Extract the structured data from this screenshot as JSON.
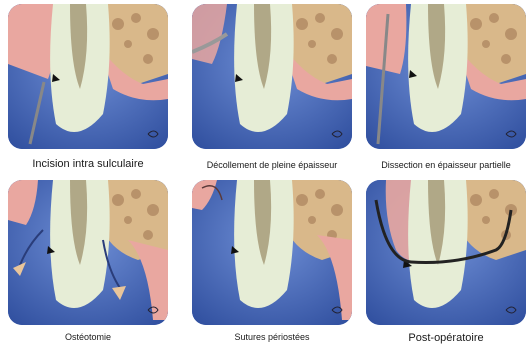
{
  "panels": [
    {
      "caption": "Incision intra sulculaire"
    },
    {
      "caption": "Décollement de pleine épaisseur"
    },
    {
      "caption": "Dissection en épaisseur partielle"
    },
    {
      "caption": "Ostéotomie"
    },
    {
      "caption": "Sutures périostées"
    },
    {
      "caption": "Post-opératoire"
    }
  ],
  "colors": {
    "background": "#3d62b8",
    "bone": "#d9b88a",
    "gingiva": "#e9a7a0",
    "tooth_enamel": "#e6edd6",
    "pulp": "#8c7a52",
    "arrow": "#e9c59a",
    "suture": "#5a3a3a"
  }
}
